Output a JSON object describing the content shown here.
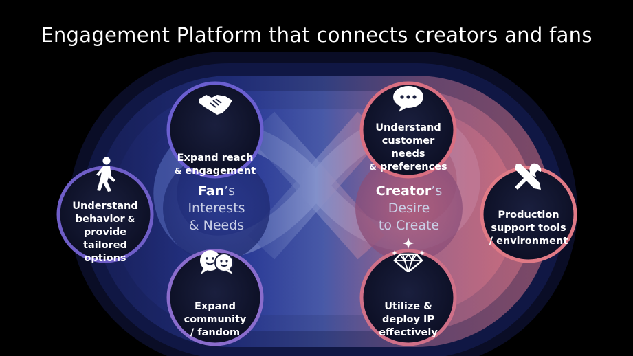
{
  "title": "Engagement Platform that connects creators and fans",
  "fan_hub": {
    "strong": "Fan",
    "suffix": "’s",
    "line2": "Interests",
    "line3": "& Needs"
  },
  "creator_hub": {
    "strong": "Creator",
    "suffix": "’s",
    "line2": "Desire",
    "line3": "to Create"
  },
  "nodes": {
    "expand_reach": {
      "line1": "Expand reach",
      "line2_small": "&",
      "line2": " engagement",
      "icon": "handshake-icon"
    },
    "understand_behavior": {
      "line1": "Understand",
      "line2": "behavior",
      "line2_small": " &",
      "line3": "provide tailored",
      "line4": "options",
      "icon": "walking-person-icon"
    },
    "expand_community": {
      "line1": "Expand",
      "line2": "community",
      "line3": "/ fandom",
      "icon": "chat-faces-icon"
    },
    "understand_customer": {
      "line1": "Understand",
      "line2": "customer needs",
      "line3_small": "&",
      "line3": " preferences",
      "icon": "speech-bubble-icon"
    },
    "production_support": {
      "line1": "Production",
      "line2": "support tools",
      "line3": "/ environment",
      "icon": "tools-icon"
    },
    "utilize_ip": {
      "line1": "Utilize &",
      "line2": "deploy IP",
      "line3": "effectively",
      "icon": "diamond-icon"
    }
  },
  "colors": {
    "fan_side": "#3b4fb8",
    "creator_side": "#d9667a",
    "background": "#000000"
  }
}
